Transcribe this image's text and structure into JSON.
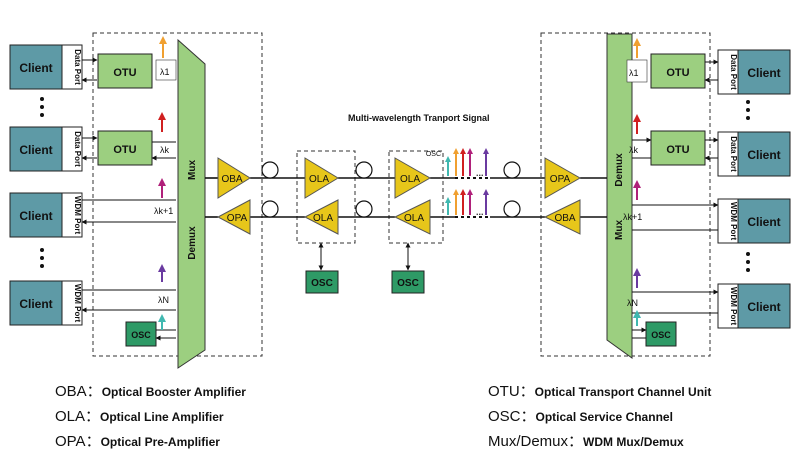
{
  "diagram": {
    "title": "Multi-wavelength Tranport Signal",
    "client_label": "Client",
    "data_port_label": "Data Port",
    "wdm_port_label": "WDM Port",
    "otu_label": "OTU",
    "osc_label": "OSC",
    "oba_label": "OBA",
    "opa_label": "OPA",
    "ola_label": "OLA",
    "mux_label": "Mux",
    "demux_label": "Demux",
    "ellipsis": "...",
    "lambda_1": "λ1",
    "lambda_k": "λk",
    "lambda_k1": "λk+1",
    "lambda_n": "λN"
  },
  "legend": {
    "left": [
      {
        "abbr": "OBA：",
        "desc": "Optical Booster Amplifier"
      },
      {
        "abbr": "OLA：",
        "desc": "Optical Line Amplifier"
      },
      {
        "abbr": "OPA：",
        "desc": "Optical Pre-Amplifier"
      }
    ],
    "right": [
      {
        "abbr": "OTU：",
        "desc": "Optical Transport Channel Unit"
      },
      {
        "abbr": "OSC：",
        "desc": "Optical Service Channel"
      },
      {
        "abbr": "Mux/Demux：",
        "desc": "WDM Mux/Demux"
      }
    ]
  },
  "colors": {
    "client_fill": "#5e9aa6",
    "green_fill": "#9ccf80",
    "amp_fill": "#e7c61a",
    "osc_fill": "#2e9a66",
    "arrow_orange": "#f0a030",
    "arrow_red": "#d02020",
    "arrow_magenta": "#b0207a",
    "arrow_purple": "#6a3aa0",
    "arrow_cyan": "#40b8b0"
  }
}
